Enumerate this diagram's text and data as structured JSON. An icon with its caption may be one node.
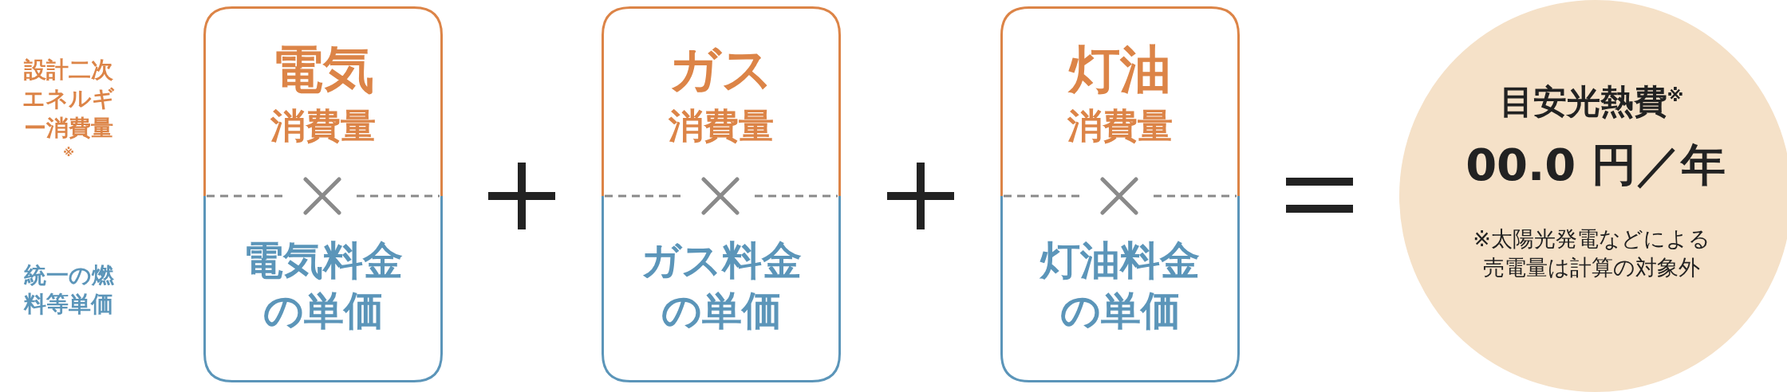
{
  "diagram": {
    "nodes": [
      {
        "text": [
          "電気",
          "消費量",
          "電気料金の単価"
        ]
      },
      {
        "text": [
          "ガス",
          "消費量",
          "ガス料金の単価"
        ]
      },
      {
        "text": [
          "灯油",
          "消費量",
          "灯油料金の単価"
        ]
      },
      {
        "text": [
          "目安光熱費$^{※}$",
          "00.0 円／年",
          "※太陽光発電などによる売電量は計算の対象外"
        ]
      }
    ],
    "labels": [
      "設計二次エネルギー消費量$^{※}$",
      "統一の燃料等単価"
    ]
  }
}
